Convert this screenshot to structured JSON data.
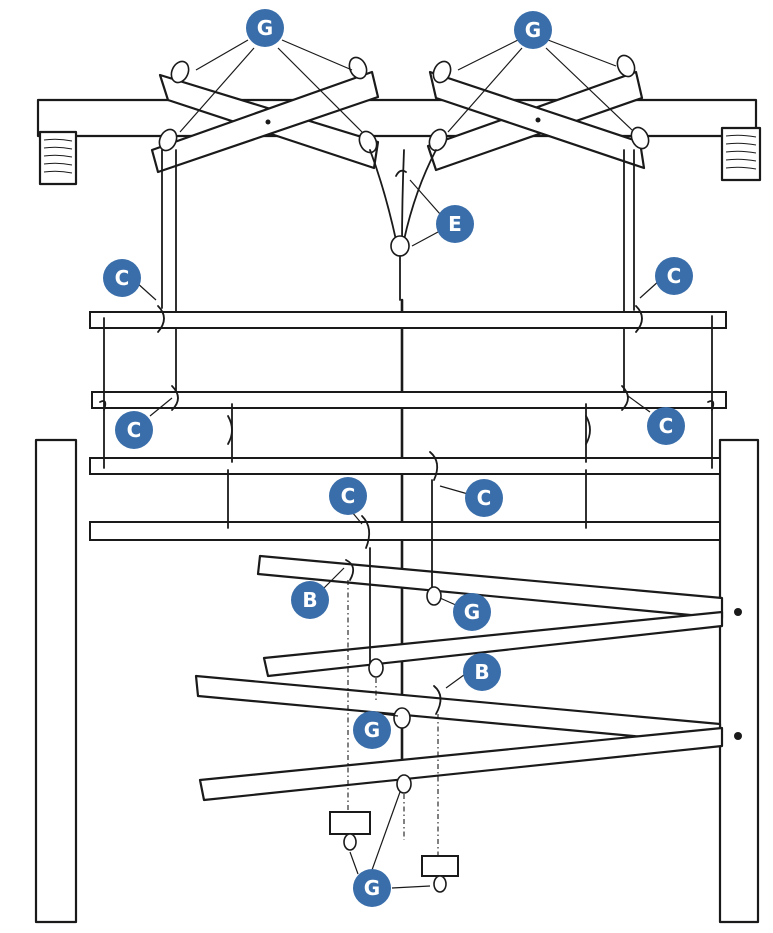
{
  "colors": {
    "callout_fill": "#3a6eaa",
    "callout_text": "#ffffff",
    "line": "#1a1a1a"
  },
  "callouts": [
    {
      "letter": "G",
      "target": "upper-left-lams"
    },
    {
      "letter": "G",
      "target": "upper-right-lams"
    },
    {
      "letter": "E",
      "target": "center-tie"
    },
    {
      "letter": "C",
      "target": "upper-left-shaft-tie"
    },
    {
      "letter": "C",
      "target": "upper-right-shaft-tie"
    },
    {
      "letter": "C",
      "target": "lower-left-shaft-tie"
    },
    {
      "letter": "C",
      "target": "lower-right-shaft-tie"
    },
    {
      "letter": "C",
      "target": "center-shaft-tie-left"
    },
    {
      "letter": "C",
      "target": "center-shaft-tie-right"
    },
    {
      "letter": "B",
      "target": "left-treadle-tie"
    },
    {
      "letter": "G",
      "target": "treadle-eye-upper"
    },
    {
      "letter": "B",
      "target": "right-treadle-tie"
    },
    {
      "letter": "G",
      "target": "treadle-eye-lower"
    },
    {
      "letter": "G",
      "target": "weights"
    }
  ]
}
